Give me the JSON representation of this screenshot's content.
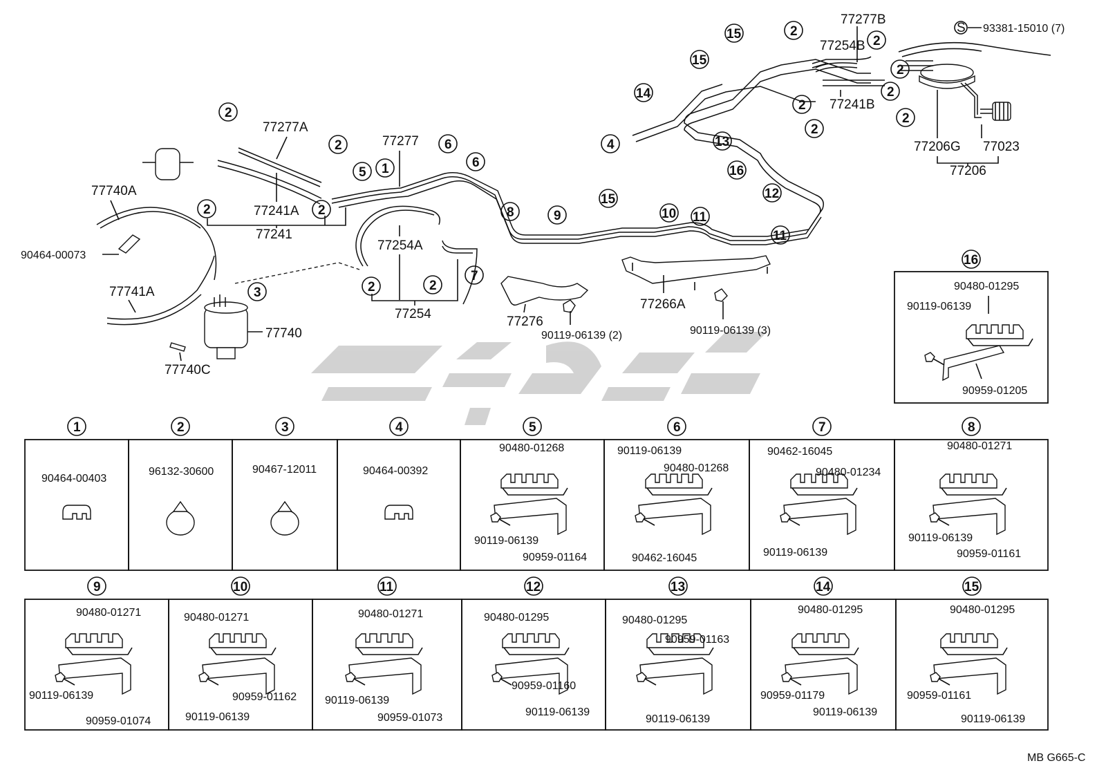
{
  "labels": {
    "l77277B": "77277B",
    "l93381": "93381-15010 (7)",
    "lS": "S",
    "l77254B": "77254B",
    "l77241B": "77241B",
    "l77206G": "77206G",
    "l77023": "77023",
    "l77206": "77206",
    "l77277A": "77277A",
    "l77277": "77277",
    "l77740A": "77740A",
    "l77241A": "77241A",
    "l77241": "77241",
    "l90464_00073": "90464-00073",
    "l77254A": "77254A",
    "l77254": "77254",
    "l77741A": "77741A",
    "l77740": "77740",
    "l77740C": "77740C",
    "l77276": "77276",
    "l90119_2": "90119-06139 (2)",
    "l77266A": "77266A",
    "l90119_3": "90119-06139 (3)",
    "footer": "MB  G665-C"
  },
  "callouts": [
    "15",
    "15",
    "14",
    "4",
    "13",
    "16",
    "12",
    "11",
    "11",
    "10",
    "15",
    "9",
    "8",
    "7",
    "6",
    "6",
    "5",
    "1",
    "2",
    "2",
    "2",
    "2",
    "2",
    "2",
    "2",
    "2",
    "2",
    "2",
    "2",
    "2",
    "2",
    "3"
  ],
  "box16": {
    "num": "16",
    "parts": [
      "90480-01295",
      "90119-06139",
      "90959-01205"
    ]
  },
  "row1": [
    {
      "num": "1",
      "parts": [
        "90464-00403"
      ]
    },
    {
      "num": "2",
      "parts": [
        "96132-30600"
      ]
    },
    {
      "num": "3",
      "parts": [
        "90467-12011"
      ]
    },
    {
      "num": "4",
      "parts": [
        "90464-00392"
      ]
    },
    {
      "num": "5",
      "parts": [
        "90480-01268",
        "90119-06139",
        "90959-01164"
      ]
    },
    {
      "num": "6",
      "parts": [
        "90119-06139",
        "90480-01268",
        "90462-16045"
      ]
    },
    {
      "num": "7",
      "parts": [
        "90462-16045",
        "90480-01234",
        "90119-06139"
      ]
    },
    {
      "num": "8",
      "parts": [
        "90480-01271",
        "90119-06139",
        "90959-01161"
      ]
    }
  ],
  "row2": [
    {
      "num": "9",
      "parts": [
        "90480-01271",
        "90119-06139",
        "90959-01074"
      ]
    },
    {
      "num": "10",
      "parts": [
        "90480-01271",
        "90959-01162",
        "90119-06139"
      ]
    },
    {
      "num": "11",
      "parts": [
        "90480-01271",
        "90119-06139",
        "90959-01073"
      ]
    },
    {
      "num": "12",
      "parts": [
        "90480-01295",
        "90959-01160",
        "90119-06139"
      ]
    },
    {
      "num": "13",
      "parts": [
        "90480-01295",
        "90959-01163",
        "90119-06139"
      ]
    },
    {
      "num": "14",
      "parts": [
        "90480-01295",
        "90959-01179",
        "90119-06139"
      ]
    },
    {
      "num": "15",
      "parts": [
        "90480-01295",
        "90959-01161",
        "90119-06139"
      ]
    }
  ]
}
